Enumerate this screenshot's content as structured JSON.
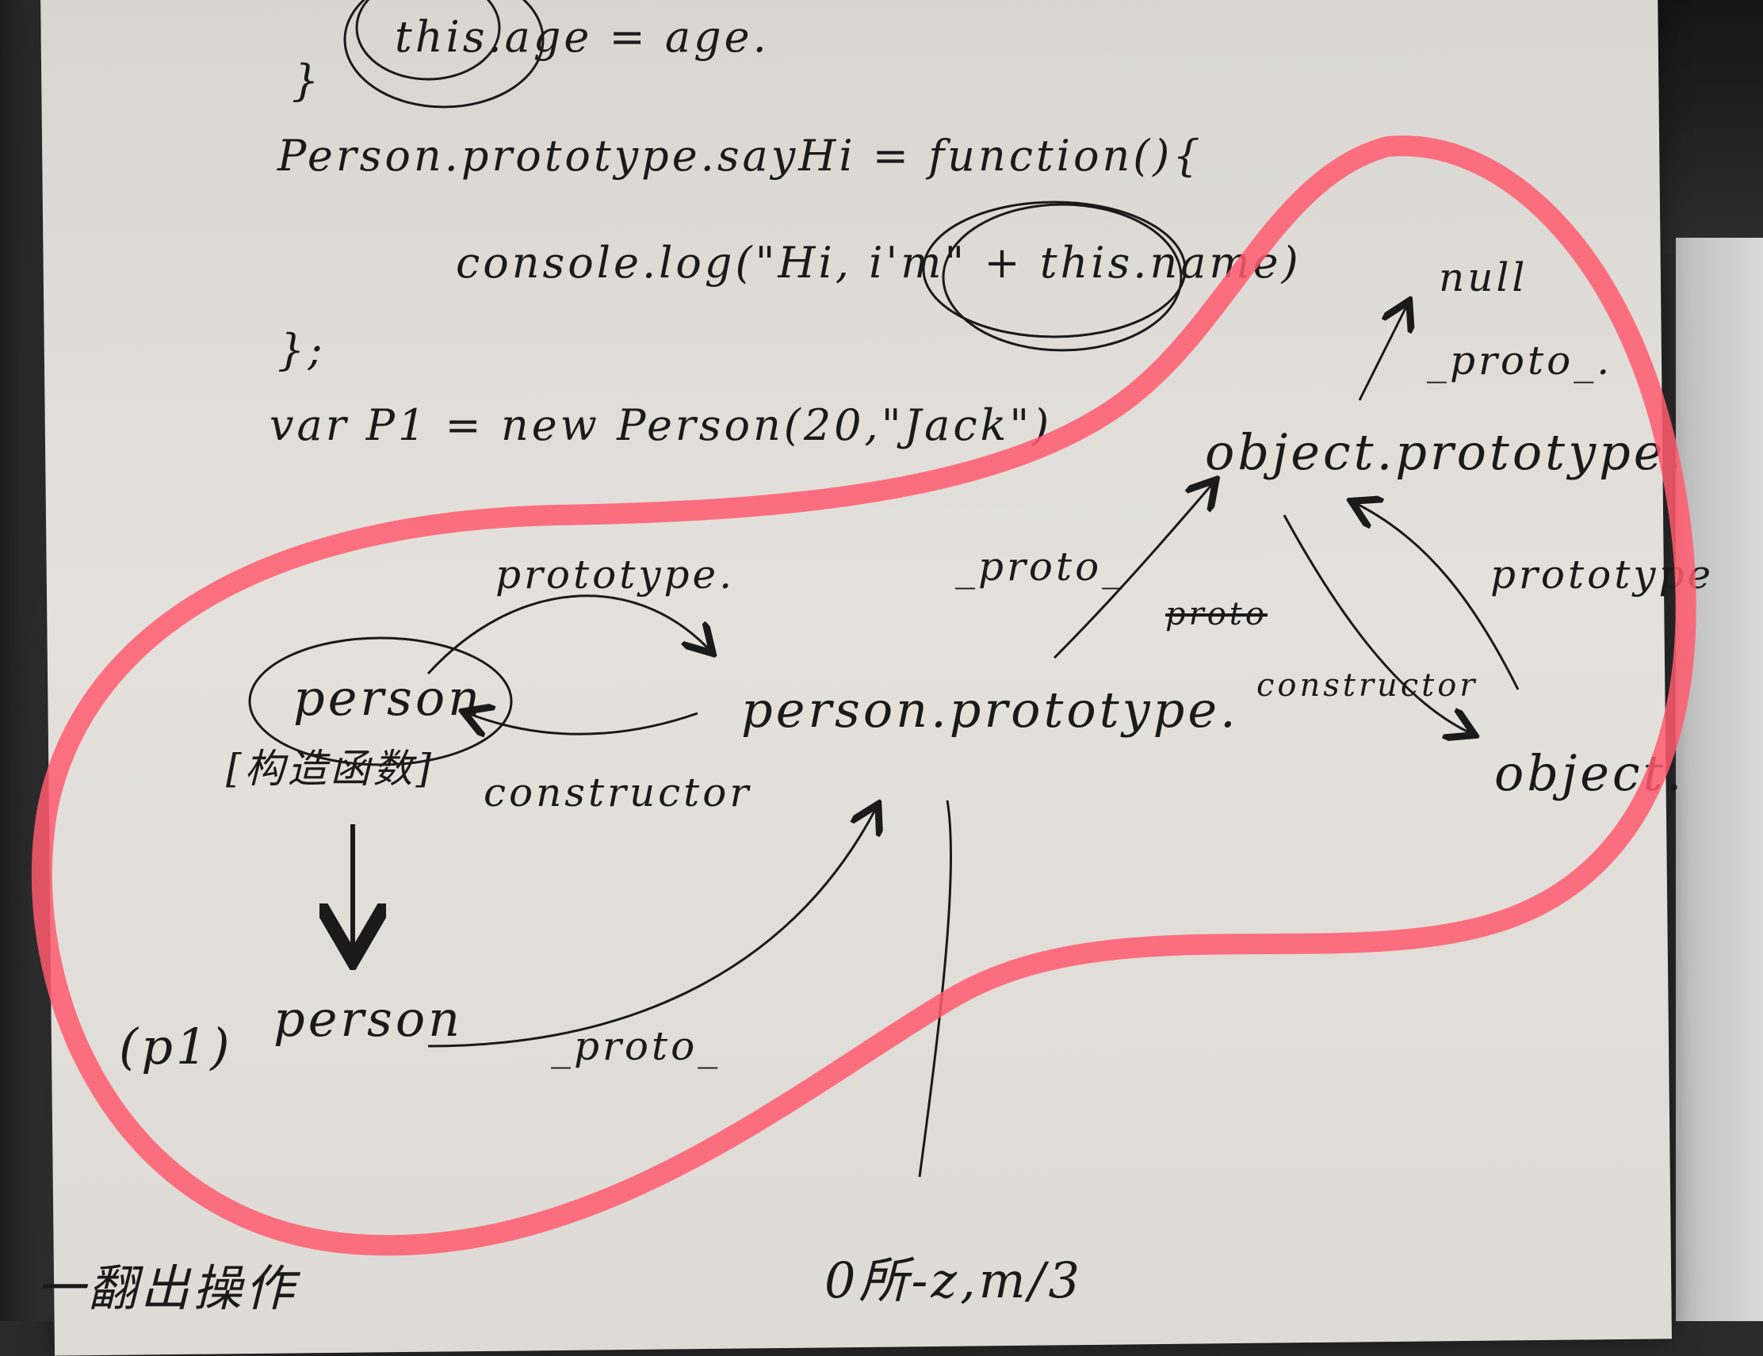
{
  "code": {
    "line_this_age": "this.age = age.",
    "line_brace_close": "}",
    "line_prototype_sayhi": "Person.prototype.sayHi = function(){",
    "line_console_log": "console.log(\"Hi, i'm\" + this.name)",
    "line_end_brace": "};",
    "line_var_p1": "var P1 = new Person(20,\"Jack\")"
  },
  "diagram": {
    "node_person": "person",
    "node_person_note": "[构造函数]",
    "node_p1_prefix": "(p1)",
    "node_p1_person": "person",
    "node_person_prototype": "person.prototype.",
    "node_object_prototype": "object.prototype.",
    "node_object": "object.",
    "node_null": "null",
    "edge_prototype_top": "prototype.",
    "edge_constructor_left": "constructor",
    "edge_proto_bottom": "_proto_",
    "edge_proto_mid": "_proto_",
    "edge_proto_struck": "proto",
    "edge_proto_null": "_proto_.",
    "edge_constructor_right": "constructor",
    "edge_prototype_right": "prototype"
  },
  "footer": {
    "note_left": "一翻出操作",
    "note_date": "0所-z,m/3"
  },
  "colors": {
    "highlighter": "#ff5a6e",
    "ink": "#1a1a1a",
    "paper": "#e2dfda"
  }
}
